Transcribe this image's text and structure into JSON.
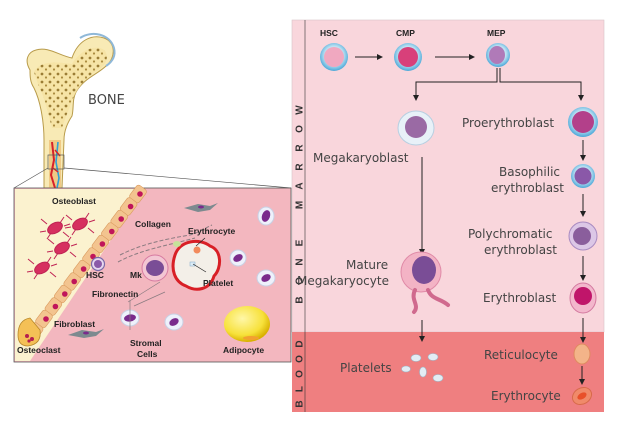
{
  "bone_panel": {
    "bone_label": "BONE",
    "inset_labels": {
      "osteoblast": "Osteoblast",
      "collagen": "Collagen",
      "erythrocyte": "Erythrocyte",
      "hsc": "HSC",
      "mk": "Mk",
      "platelet": "Platelet",
      "fibronectin": "Fibronectin",
      "fibroblast": "Fibroblast",
      "stromal_line1": "Stromal",
      "stromal_line2": "Cells",
      "adipocyte": "Adipocyte",
      "osteoclast": "Osteoclast"
    }
  },
  "hematopoiesis_panel": {
    "side_labels": {
      "bone_marrow": [
        "B",
        "O",
        "N",
        "E",
        " ",
        "M",
        "A",
        "R",
        "R",
        "O",
        "W"
      ],
      "blood": [
        "B",
        "L",
        "O",
        "O",
        "D"
      ]
    },
    "progenitors": {
      "hsc": "HSC",
      "cmp": "CMP",
      "mep": "MEP"
    },
    "megakaryocyte_lineage": {
      "megakaryoblast": "Megakaryoblast",
      "mature_line1": "Mature",
      "mature_line2": "Megakaryocyte",
      "platelets": "Platelets"
    },
    "erythroid_lineage": {
      "proerythroblast": "Proerythroblast",
      "basophilic_line1": "Basophilic",
      "basophilic_line2": "erythroblast",
      "polychromatic_line1": "Polychromatic",
      "polychromatic_line2": "erythroblast",
      "erythroblast": "Erythroblast",
      "reticulocyte": "Reticulocyte",
      "erythrocyte": "Erythrocyte"
    }
  },
  "colors": {
    "marrow_bg": "#f9d6dc",
    "blood_bg": "#ef7f80",
    "inset_bg": "#f3b7bf",
    "bone_fill": "#f8eab5",
    "osteoblast_cell": "#f3c48f",
    "cell_nucleus_purple": "#8a3a8e",
    "adipocyte": "#f7e13a"
  }
}
